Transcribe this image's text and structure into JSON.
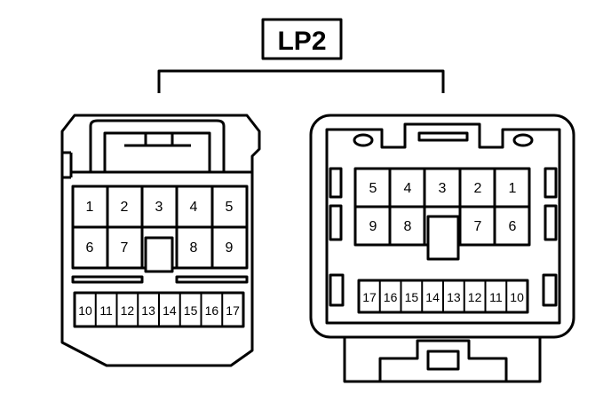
{
  "diagram": {
    "title": "LP2",
    "left_connector": {
      "upper_pins": [
        "1",
        "2",
        "3",
        "4",
        "5",
        "6",
        "7",
        "8",
        "9"
      ],
      "lower_pins": [
        "10",
        "11",
        "12",
        "13",
        "14",
        "15",
        "16",
        "17"
      ]
    },
    "right_connector": {
      "upper_pins": [
        "5",
        "4",
        "3",
        "2",
        "1",
        "9",
        "8",
        "7",
        "6"
      ],
      "lower_pins": [
        "17",
        "16",
        "15",
        "14",
        "13",
        "12",
        "11",
        "10"
      ]
    }
  }
}
